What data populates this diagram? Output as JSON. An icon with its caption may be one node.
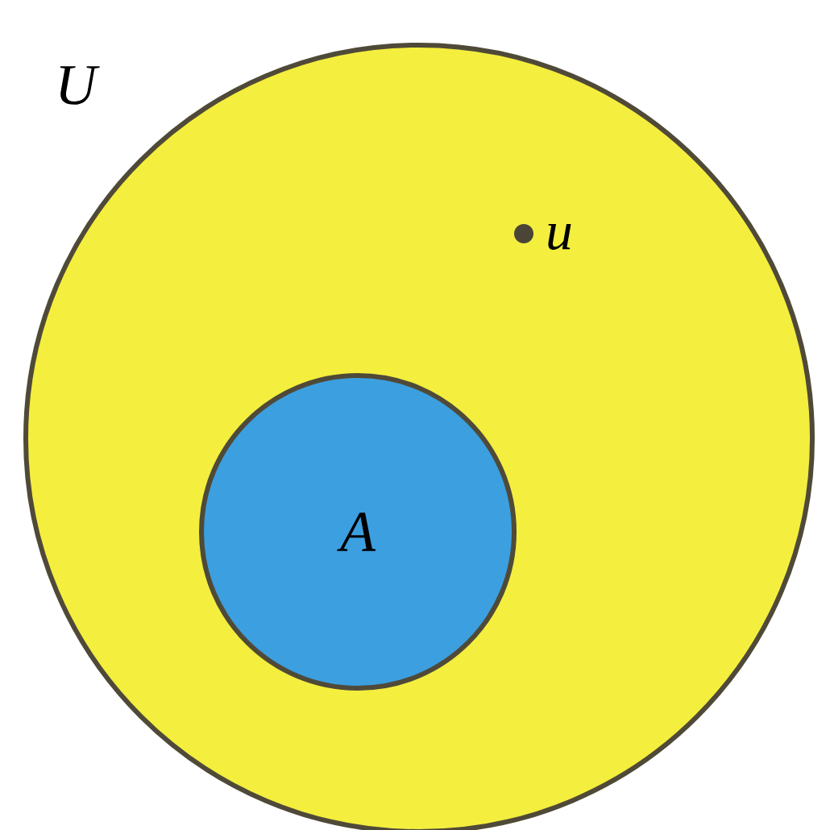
{
  "diagram": {
    "nodes": [
      {
        "text": [
          "U"
        ]
      },
      {
        "text": [
          "A"
        ],
        "in": 0
      },
      {
        "text": [],
        "shape": "circle",
        "beside": [
          "u"
        ],
        "in": 0
      }
    ]
  }
}
